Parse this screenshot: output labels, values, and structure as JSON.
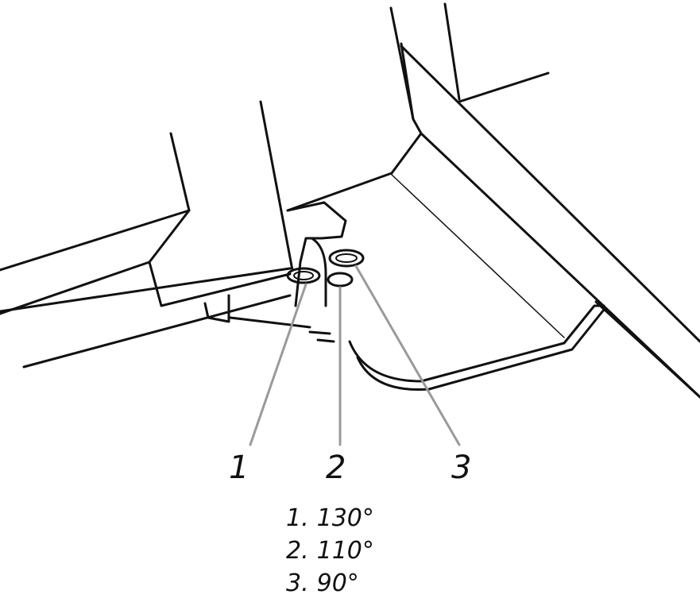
{
  "diagram": {
    "callouts": [
      {
        "id": "1",
        "label": "1"
      },
      {
        "id": "2",
        "label": "2"
      },
      {
        "id": "3",
        "label": "3"
      }
    ],
    "legend": [
      {
        "key": "1.",
        "value": "130°"
      },
      {
        "key": "2.",
        "value": "110°"
      },
      {
        "key": "3.",
        "value": "90°"
      }
    ],
    "colors": {
      "line": "#111111",
      "leader": "#9a9a9a",
      "background": "#ffffff"
    }
  }
}
